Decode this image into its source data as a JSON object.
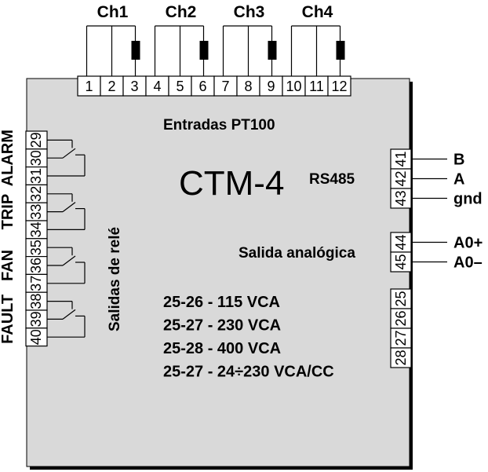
{
  "device": {
    "model": "CTM-4",
    "comm": "RS485",
    "inputs_label": "Entradas PT100",
    "relay_label": "Salidas de relé",
    "analog_label": "Salida analógica"
  },
  "channels": [
    "Ch1",
    "Ch2",
    "Ch3",
    "Ch4"
  ],
  "top_terminals": [
    "1",
    "2",
    "3",
    "4",
    "5",
    "6",
    "7",
    "8",
    "9",
    "10",
    "11",
    "12"
  ],
  "relays": [
    {
      "name": "ALARM",
      "terminals": [
        "29",
        "30",
        "31"
      ]
    },
    {
      "name": "TRIP",
      "terminals": [
        "32",
        "33",
        "34"
      ]
    },
    {
      "name": "FAN",
      "terminals": [
        "35",
        "36",
        "37"
      ]
    },
    {
      "name": "FAULT",
      "terminals": [
        "38",
        "39",
        "40"
      ]
    }
  ],
  "rs485_terminals": [
    {
      "num": "41",
      "label": "B"
    },
    {
      "num": "42",
      "label": "A"
    },
    {
      "num": "43",
      "label": "gnd"
    }
  ],
  "analog_terminals": [
    {
      "num": "44",
      "label": "A0+"
    },
    {
      "num": "45",
      "label": "A0–"
    }
  ],
  "power_terminals": [
    "25",
    "26",
    "27",
    "28"
  ],
  "power_lines": [
    "25-26 - 115 VCA",
    "25-27 - 230 VCA",
    "25-28 - 400 VCA",
    "25-27 - 24÷230 VCA/CC"
  ]
}
